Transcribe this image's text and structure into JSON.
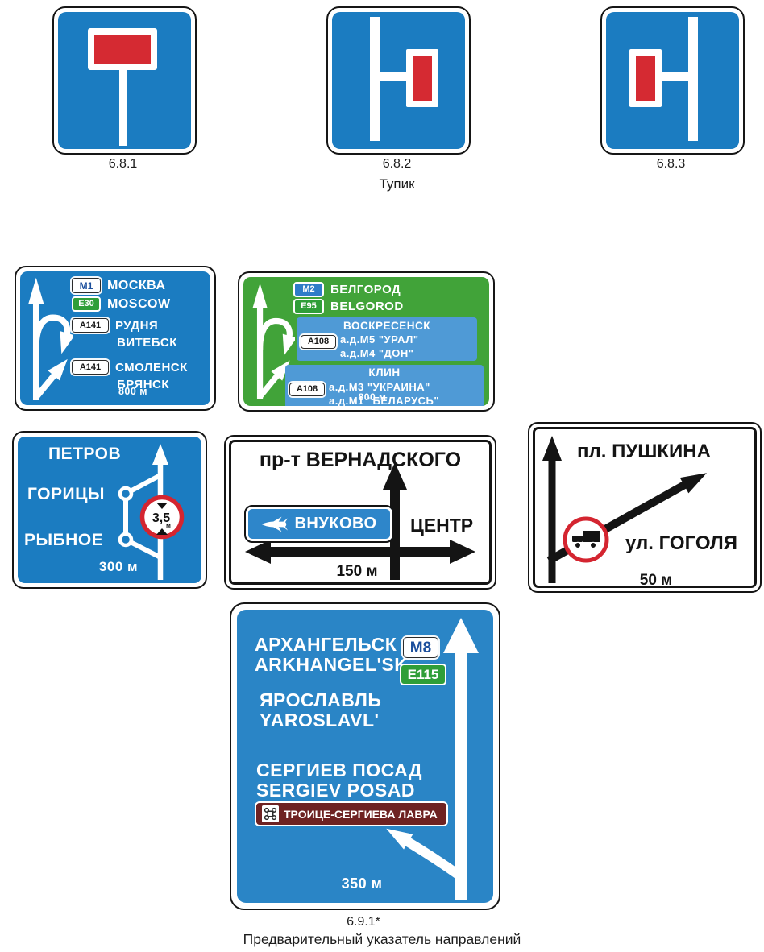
{
  "colors": {
    "sign_blue": "#1b7cc1",
    "sign_green": "#41a339",
    "big_sign_blue": "#2a85c6",
    "inset_panel_blue": "#4f9ad6",
    "badge_green": "#2f9e38",
    "badge_blue_fill": "#2e7cc8",
    "prohibition_red": "#d42530",
    "poi_maroon": "#6e2222",
    "sign_red_symbol": "#d52a32"
  },
  "dead_end_section": {
    "caption": "Тупик",
    "codes": [
      "6.8.1",
      "6.8.2",
      "6.8.3"
    ]
  },
  "sign_moscow": {
    "row1_badge": "М1",
    "row1_text": "МОСКВА",
    "row2_badge": "Е30",
    "row2_text": "MOSCOW",
    "row3_badge": "А141",
    "row3_line1": "РУДНЯ",
    "row3_line2": "ВИТЕБСК",
    "row4_badge": "А141",
    "row4_line1": "СМОЛЕНСК",
    "row4_line2": "БРЯНСК",
    "distance": "800 м"
  },
  "sign_belgorod": {
    "row1_badge": "М2",
    "row1_text": "БЕЛГОРОД",
    "row2_badge": "Е95",
    "row2_text": "BELGOROD",
    "panel1": {
      "title": "ВОСКРЕСЕНСК",
      "badge": "А108",
      "line1": "а.д.М5 \"УРАЛ\"",
      "line2": "а.д.М4 \"ДОН\""
    },
    "panel2": {
      "title": "КЛИН",
      "badge": "А108",
      "line1": "а.д.М3 \"УКРАИНА\"",
      "line2": "а.д.М1 \"БЕЛАРУСЬ\""
    },
    "distance": "800 м"
  },
  "sign_petrov": {
    "city_top": "ПЕТРОВ",
    "city_mid": "ГОРИЦЫ",
    "city_bottom": "РЫБНОЕ",
    "limit_value": "3,5",
    "limit_unit": "м",
    "distance": "300 м"
  },
  "sign_vernadsky": {
    "title": "пр-т ВЕРНАДСКОГО",
    "airport_label": "ВНУКОВО",
    "direction_label": "ЦЕНТР",
    "distance": "150 м"
  },
  "sign_pushkin": {
    "top_label": "пл. ПУШКИНА",
    "right_label": "ул. ГОГОЛЯ",
    "distance": "50 м"
  },
  "sign_advance": {
    "code": "6.9.1*",
    "caption": "Предварительный указатель направлений",
    "city1_ru": "АРХАНГЕЛЬСК",
    "city1_lat": "ARKHANGEL'SK",
    "badge_m": "М8",
    "badge_e": "Е115",
    "city2_ru": "ЯРОСЛАВЛЬ",
    "city2_lat": "YAROSLAVL'",
    "city3_ru": "СЕРГИЕВ ПОСАД",
    "city3_lat": "SERGIEV POSAD",
    "poi_label": "ТРОИЦЕ-СЕРГИЕВА ЛАВРА",
    "distance": "350 м"
  }
}
